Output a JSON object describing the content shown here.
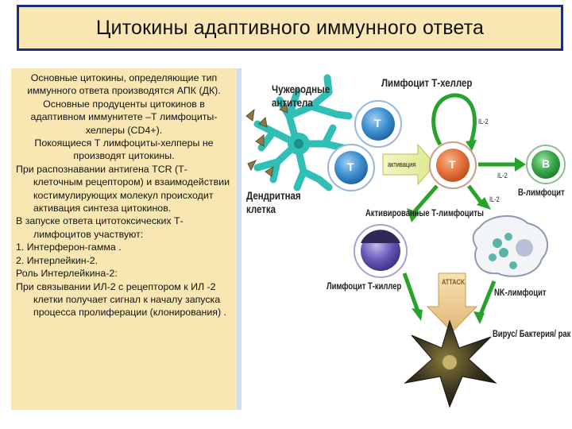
{
  "title": "Цитокины адаптивного иммунного ответа",
  "text_panel": {
    "paragraphs": [
      "Основные цитокины, определяющие тип иммунного ответа производятся АПК (ДК).",
      "Основные продуценты цитокинов в адаптивном иммунитете –Т лимфоциты-хелперы (CD4+).",
      "Покоящиеся Т лимфоциты-хелперы не производят цитокины.",
      "При распознавании антигена TCR (Т-клеточным рецептором) и взаимодействии костимулирующих молекул происходит активация синтеза цитокинов.",
      "В запуске ответа цитотоксических Т-лимфоцитов участвуют:",
      "1.  Интерферон-гамма .",
      "2.  Интерлейкин-2.",
      "Роль Интерлейкина-2:",
      "При связывании ИЛ-2 с рецептором к ИЛ -2 клетки получает сигнал к началу запуска процесса пролиферации (клонирования) ."
    ]
  },
  "figure": {
    "labels": {
      "foreign_antibodies_1": "Чужеродные",
      "foreign_antibodies_2": "антитела",
      "t_helper": "Лимфоцит Т-хеллер",
      "dendritic_1": "Дендритная",
      "dendritic_2": "клетка",
      "activated_t": "Активированные Т-лимфоциты",
      "b_lymphocyte": "В-лимфоцит",
      "t_killer": "Лимфоцит Т-киллер",
      "nk": "NK-лимфоцит",
      "virus": "Вирус/ Бактерия/ рак",
      "activation": "активация",
      "attack": "ATTACK",
      "il2_a": "IL-2",
      "il2_b": "IL-2",
      "il2_c": "IL-2",
      "cell_t1": "T",
      "cell_t2": "T",
      "cell_t3": "T",
      "cell_b": "B"
    },
    "colors": {
      "title_bg": "#f9e7b3",
      "title_border": "#1e2f7a",
      "t_cell": "#3f8fd0",
      "activated_t_cell": "#e4733e",
      "b_cell": "#3aa84a",
      "dendritic": "#2fbfb6",
      "arrow_green": "#27a22b"
    }
  }
}
